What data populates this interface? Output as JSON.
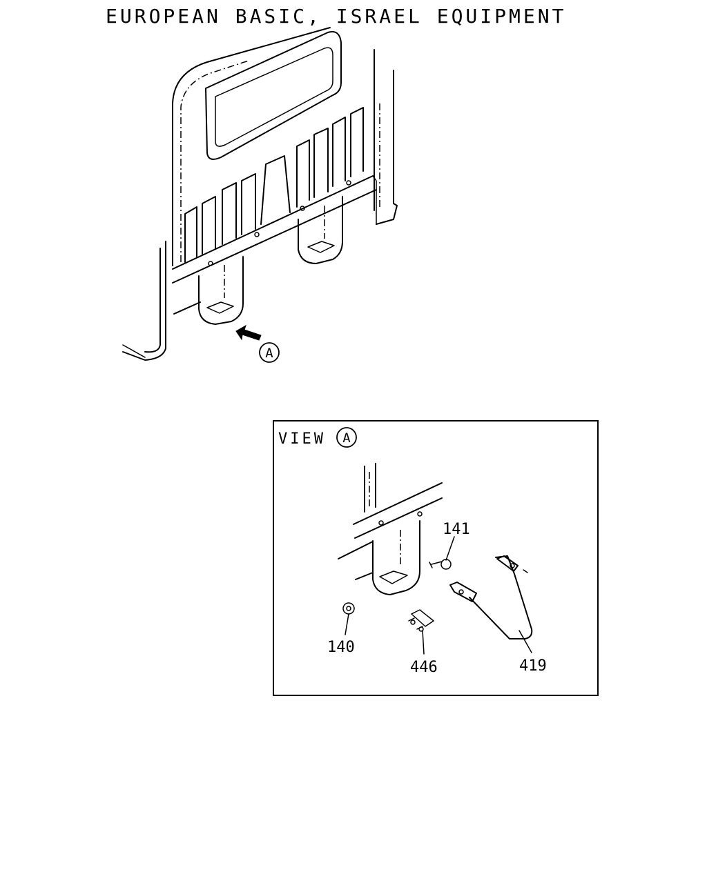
{
  "title": "EUROPEAN BASIC, ISRAEL EQUIPMENT",
  "view_marker": "A",
  "view_box": {
    "prefix": "VIEW",
    "marker": "A"
  },
  "parts": [
    {
      "number": "141"
    },
    {
      "number": "140"
    },
    {
      "number": "446"
    },
    {
      "number": "419"
    }
  ]
}
